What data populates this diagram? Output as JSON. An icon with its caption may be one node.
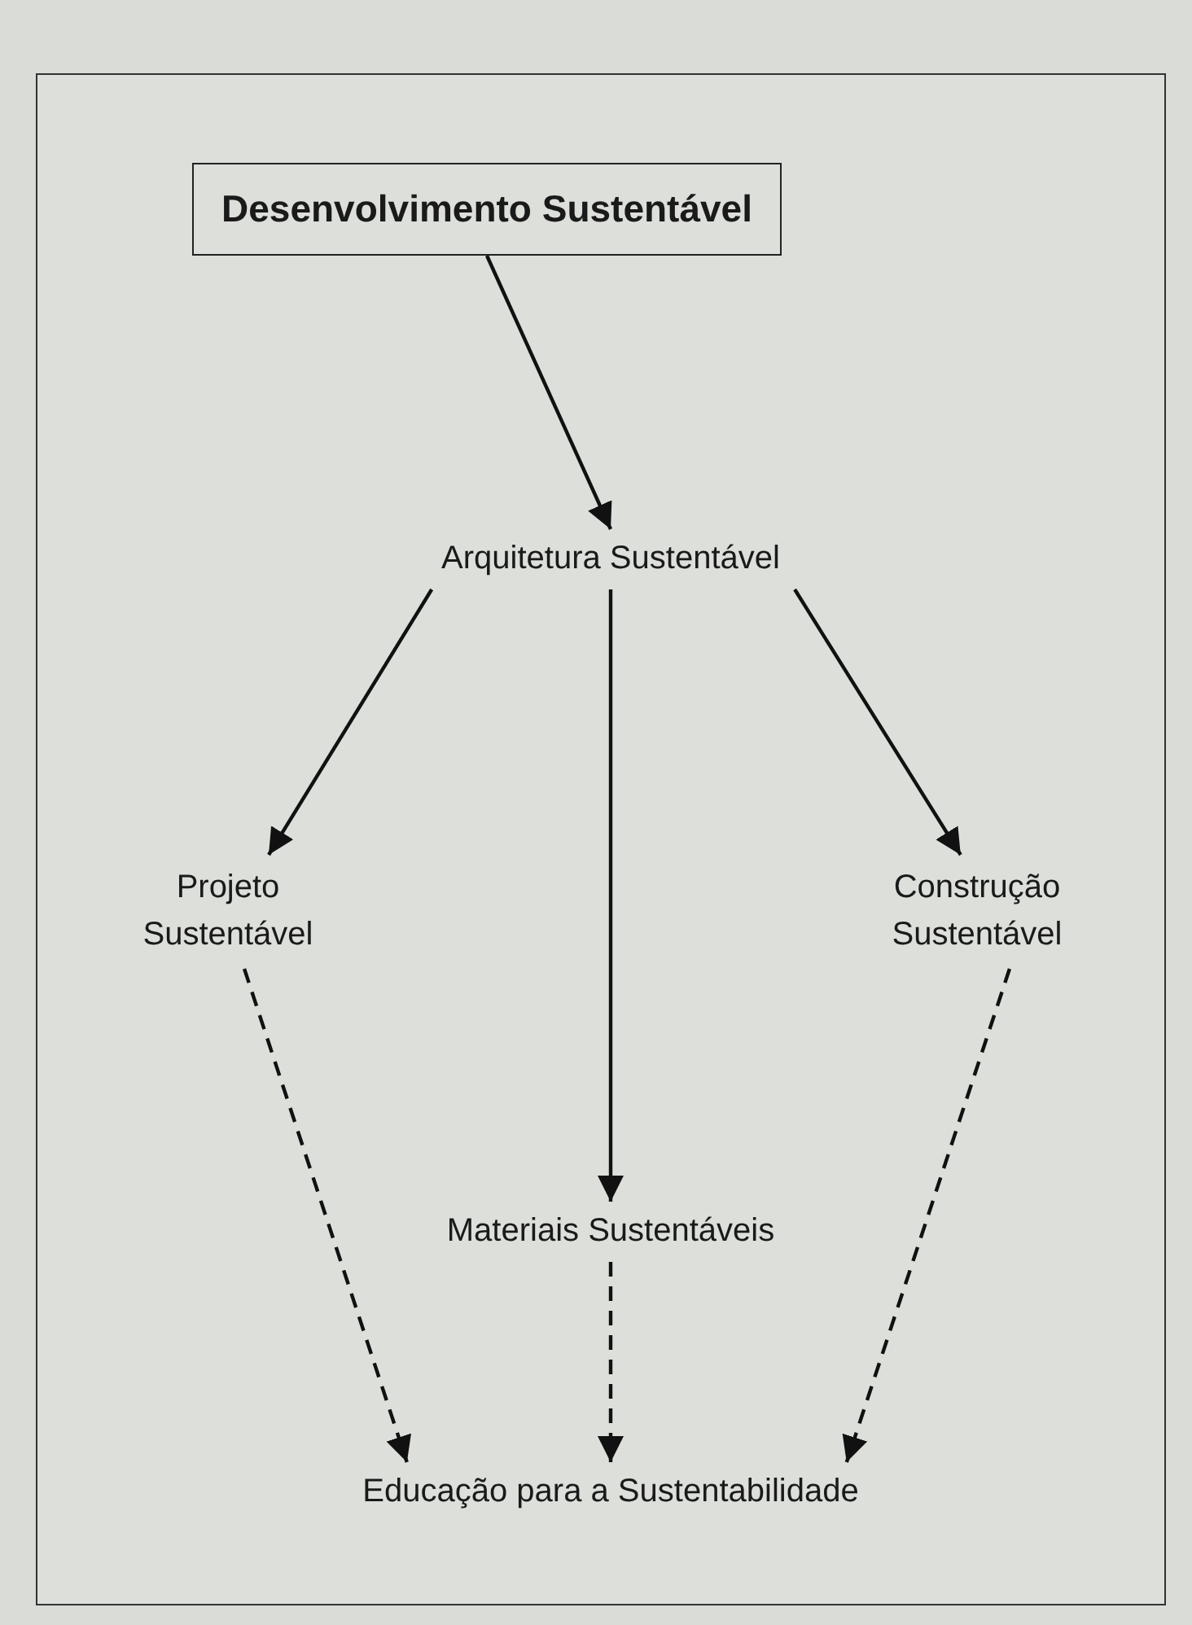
{
  "diagram": {
    "nodes": [
      {
        "text": [
          "Desenvolvimento Sustentável"
        ]
      },
      {
        "text": [
          "Arquitetura Sustentável"
        ]
      },
      {
        "text": [
          "Projeto Sustentável"
        ]
      },
      {
        "text": [
          "Construção Sustentável"
        ]
      },
      {
        "text": [
          "Materiais Sustentáveis"
        ]
      },
      {
        "text": [
          "Educação para a Sustentabilidade"
        ]
      }
    ],
    "edges": [
      {
        "from": 0,
        "to": 1,
        "arrow": "to"
      },
      {
        "from": 1,
        "to": 2,
        "arrow": "to"
      },
      {
        "from": 1,
        "to": 4,
        "arrow": "to"
      },
      {
        "from": 1,
        "to": 3,
        "arrow": "to"
      },
      {
        "from": 2,
        "to": 5,
        "arrow": "to",
        "style": "dashed"
      },
      {
        "from": 4,
        "to": 5,
        "arrow": "to",
        "style": "dashed"
      },
      {
        "from": 3,
        "to": 5,
        "arrow": "to",
        "style": "dashed"
      }
    ]
  }
}
